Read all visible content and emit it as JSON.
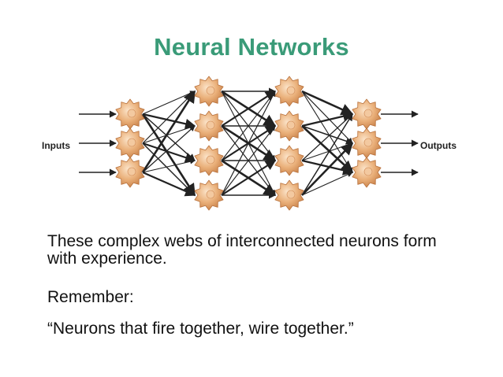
{
  "slide": {
    "title": "Neural Networks",
    "title_color": "#3a9b78"
  },
  "diagram": {
    "inputs_label": "Inputs",
    "outputs_label": "Outputs",
    "layers": [
      3,
      4,
      4,
      3
    ],
    "neuron_color": "#e8a86a",
    "connection_color": "#222222"
  },
  "text": {
    "paragraph_1": "These complex webs of interconnected neurons form with experience.",
    "paragraph_2": "Remember:",
    "quote": "“Neurons that fire together, wire together.”"
  }
}
